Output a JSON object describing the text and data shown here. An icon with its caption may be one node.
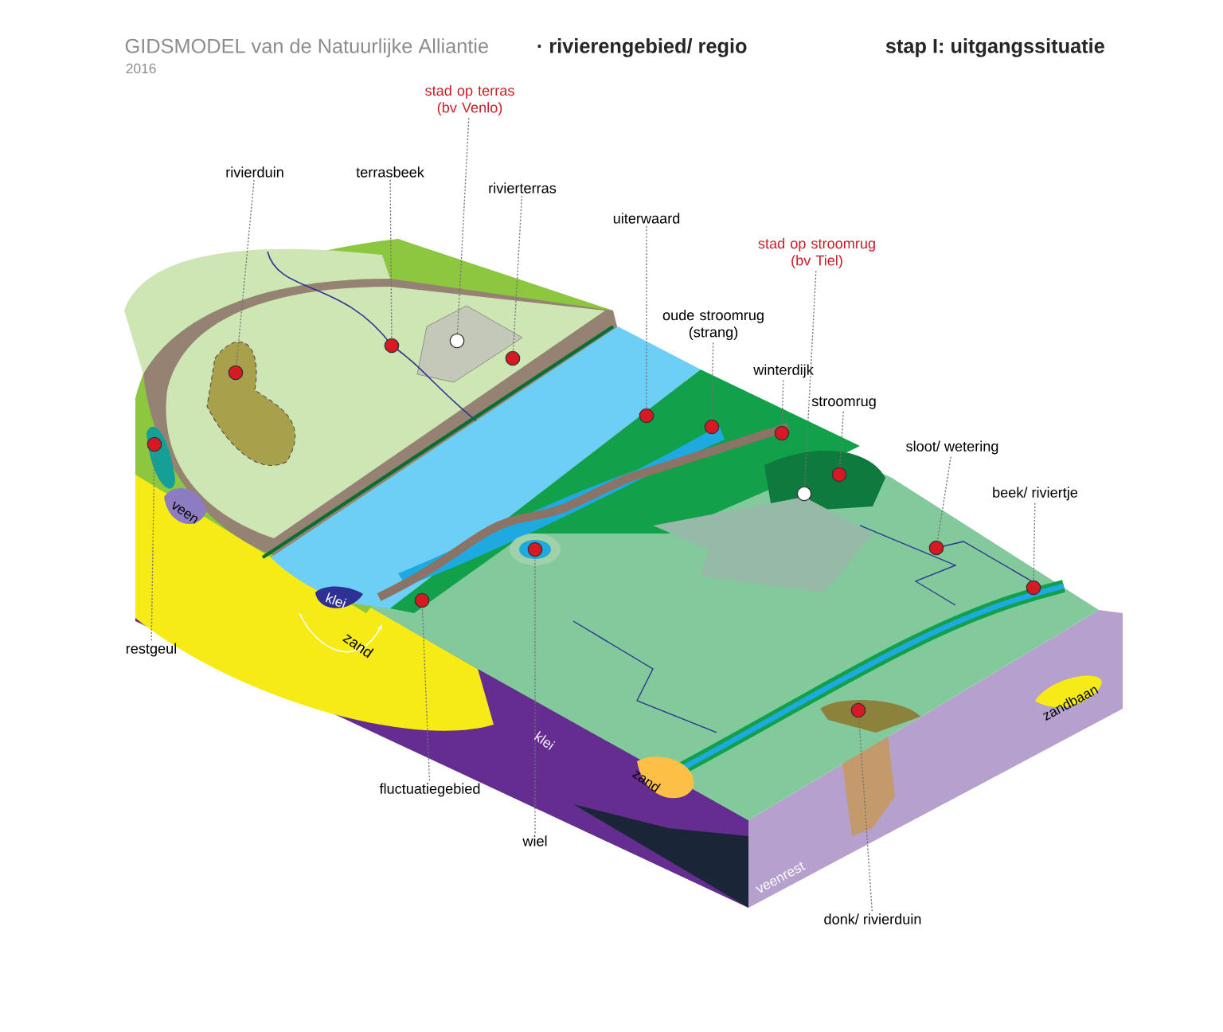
{
  "diagram": {
    "title": "GIDSMODEL van de Natuurlijke Alliantie",
    "nodes": [
      {
        "text": [
          "rivierduin"
        ]
      },
      {
        "text": [
          "terrasbeek"
        ]
      },
      {
        "text": [
          "stad op terras (bv Venlo)"
        ]
      },
      {
        "text": [
          "rivierterras"
        ]
      },
      {
        "text": [
          "uiterwaard"
        ]
      },
      {
        "text": [
          "oude stroomrug (strang)"
        ]
      },
      {
        "text": [
          "winterdijk"
        ]
      },
      {
        "text": [
          "stad op stroomrug (bv Tiel)"
        ]
      },
      {
        "text": [
          "stroomrug"
        ]
      },
      {
        "text": [
          "sloot/ wetering"
        ]
      },
      {
        "text": [
          "beek/ riviertje"
        ]
      },
      {
        "text": [
          "restgeul"
        ]
      },
      {
        "text": [
          "fluctuatiegebied"
        ]
      },
      {
        "text": [
          "wiel"
        ]
      },
      {
        "text": [
          "donk/ rivierduin"
        ]
      },
      {
        "text": [],
        "shape": "circle"
      },
      {
        "text": [],
        "shape": "circle"
      },
      {
        "text": [],
        "shape": "circle"
      },
      {
        "text": [],
        "shape": "circle"
      },
      {
        "text": [],
        "shape": "circle"
      },
      {
        "text": [],
        "shape": "circle"
      },
      {
        "text": [],
        "shape": "circle"
      },
      {
        "text": [],
        "shape": "circle"
      },
      {
        "text": [],
        "shape": "circle"
      },
      {
        "text": [],
        "shape": "circle"
      },
      {
        "text": [],
        "shape": "circle"
      },
      {
        "text": [],
        "shape": "circle"
      },
      {
        "text": [],
        "shape": "circle"
      },
      {
        "text": [],
        "shape": "circle"
      },
      {
        "text": [],
        "shape": "circle"
      }
    ],
    "edges": [
      {
        "from": 0,
        "to": 15,
        "arrow": "none"
      },
      {
        "from": 1,
        "to": 16,
        "arrow": "none"
      },
      {
        "from": 2,
        "to": 17,
        "arrow": "none"
      },
      {
        "from": 3,
        "to": 18,
        "arrow": "none"
      },
      {
        "from": 4,
        "to": 19,
        "arrow": "none"
      },
      {
        "from": 5,
        "to": 20,
        "arrow": "none"
      },
      {
        "from": 6,
        "to": 21,
        "arrow": "none"
      },
      {
        "from": 7,
        "to": 22,
        "arrow": "none"
      },
      {
        "from": 8,
        "to": 23,
        "arrow": "none"
      },
      {
        "from": 9,
        "to": 24,
        "arrow": "none"
      },
      {
        "from": 10,
        "to": 25,
        "arrow": "none"
      },
      {
        "from": 11,
        "to": 26,
        "arrow": "none"
      },
      {
        "from": 12,
        "to": 27,
        "arrow": "none"
      },
      {
        "from": 13,
        "to": 28,
        "arrow": "none"
      },
      {
        "from": 14,
        "to": 29,
        "arrow": "none"
      }
    ],
    "labels": [
      "· rivierengebied/ regio",
      "stap I: uitgangssituatie",
      "2016",
      "veen",
      "klei",
      "zand",
      "klei",
      "zand",
      "zandbaan",
      "veenrest"
    ]
  }
}
